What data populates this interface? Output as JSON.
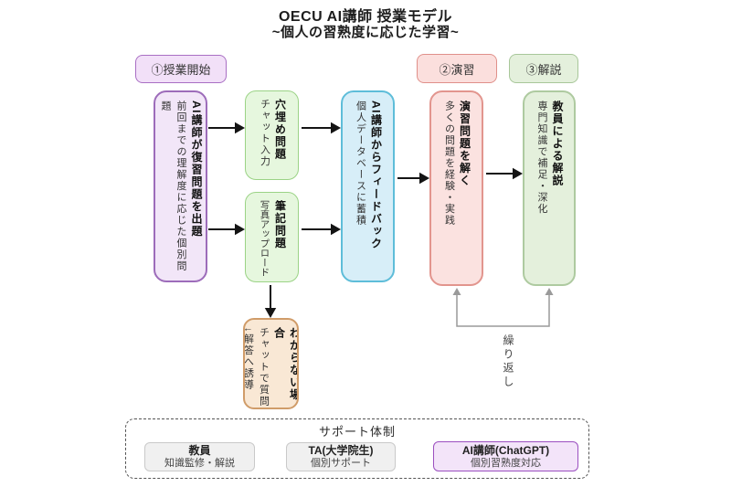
{
  "title": {
    "line1": "OECU AI講師 授業モデル",
    "line2": "~個人の習熟度に応じた学習~"
  },
  "stages": [
    {
      "label": "①授業開始"
    },
    {
      "label": "②演習"
    },
    {
      "label": "③解説"
    }
  ],
  "flow_boxes": {
    "review": {
      "heading": "AI講師が復習問題を出題",
      "detail": "前回までの理解度に応じた個別問題"
    },
    "fill_blank": {
      "heading": "穴埋め問題",
      "detail": "チャット入力"
    },
    "written": {
      "heading": "筆記問題",
      "detail": "写真アップロード"
    },
    "feedback": {
      "heading": "AI講師からフィードバック",
      "detail": "個人データベースに蓄積"
    },
    "exercise": {
      "heading": "演習問題を解く",
      "detail": "多くの問題を経験・実践"
    },
    "explanation": {
      "heading": "教員による解説",
      "detail": "専門知識で補足・深化"
    },
    "question": {
      "heading": "わからない場合",
      "detail": "チャットで質問",
      "detail2": "↓解答へ誘導"
    }
  },
  "loop_label": "繰り返し",
  "support": {
    "title": "サポート体制",
    "members": [
      {
        "name": "教員",
        "role": "知識監修・解説"
      },
      {
        "name": "TA(大学院生)",
        "role": "個別サポート"
      },
      {
        "name": "AI講師(ChatGPT)",
        "role": "個別習熟度対応"
      }
    ]
  },
  "colors": {
    "purple_fill": "#f2e6f8",
    "purple_border": "#9d6cba",
    "green_fill": "#e6f7de",
    "green_border": "#9bd386",
    "blue_fill": "#d7eef8",
    "blue_border": "#5ebdd9",
    "pink_fill": "#fbe2e0",
    "pink_border": "#e2958e",
    "sage_fill": "#e4f0dc",
    "sage_border": "#aecaa0",
    "orange_fill": "#f9e8d5",
    "orange_border": "#d09c69",
    "gray_fill": "#f0f0f0",
    "gray_border": "#c9c9c9",
    "accent_purple": "#9b4fc0",
    "arrow_black": "#141414",
    "arrow_gray": "#9a9a9a"
  }
}
